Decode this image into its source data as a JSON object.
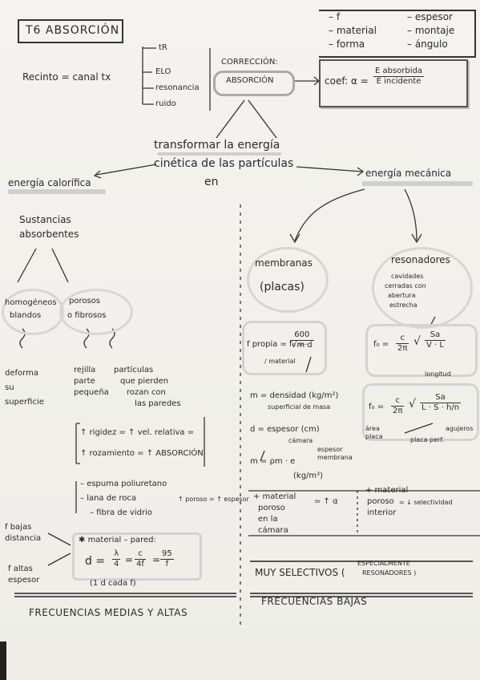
{
  "title": "T6 ABSORCIÓN",
  "top_right": {
    "left_items": [
      "f",
      "material",
      "forma"
    ],
    "right_items": [
      "espesor",
      "montaje",
      "ángulo"
    ],
    "coef_label": "coef: α =",
    "coef_num": "E absorbida",
    "coef_den": "E incidente"
  },
  "recinto": {
    "text": "Recinto = canal tx",
    "items": [
      "tR",
      "ELO",
      "resonancia",
      "ruido"
    ]
  },
  "correccion": {
    "line1": "CORRECCIÓN:",
    "line2": "ABSORCIÓN"
  },
  "center": {
    "line1": "transformar la energía",
    "line2": "cinética de las partículas",
    "line3": "en"
  },
  "energia_calorifica": "energía calorífica",
  "energia_mecanica": "energía mecánica",
  "left": {
    "sustancias": [
      "Sustancias",
      "absorbentes"
    ],
    "homogeneos": [
      "homogéneos",
      "blandos"
    ],
    "porosos": [
      "porosos",
      "o fibrosos"
    ],
    "deforma": [
      "deforma",
      "su",
      "superficie"
    ],
    "rejilla": [
      "rejilla",
      "parte",
      "pequeña"
    ],
    "particulas": [
      "partículas",
      "que pierden",
      "rozan con",
      "las paredes"
    ],
    "rigidez": "↑ rigidez = ↑ vel. relativa =",
    "rozamiento": "↑ rozamiento = ↑ ABSORCIÓN",
    "materials": [
      "espuma poliuretano",
      "lana de roca",
      "fibra de vidrio"
    ],
    "poroso_note": "↑ poroso = ↑ espesor",
    "f_bajas": [
      "f bajas",
      "distancia"
    ],
    "f_altas": [
      "f altas",
      "espesor"
    ],
    "material_pared": "material – pared:",
    "d_eq": "d =",
    "lambda_frac": [
      "λ",
      "4"
    ],
    "c_frac": [
      "c",
      "4f"
    ],
    "val_frac": [
      "95",
      "f"
    ],
    "una_cada": "(1 d cada f)",
    "footer": "FRECUENCIAS MEDIAS Y ALTAS"
  },
  "right": {
    "membranas": [
      "membranas",
      "(placas)"
    ],
    "resonadores": [
      "resonadores",
      "cavidades",
      "cerradas con",
      "abertura",
      "estrecha"
    ],
    "f_propia": "f propia = f₀ =",
    "f_propia_frac": [
      "600",
      "√m·d"
    ],
    "material_note": "/ material",
    "m_def": "m = densidad (kg/m²)",
    "m_sub": "superficial de masa",
    "d_def": "d = espesor (cm)",
    "d_sub": "cámara",
    "m_rho": "m = ρm · e",
    "m_rho_sub": "(kg/m³)",
    "espesor_note": [
      "espesor",
      "membrana"
    ],
    "res_f1": "f₀ =",
    "res_c1": [
      "c",
      "2π"
    ],
    "res_sqrt1": [
      "Sa",
      "V · L"
    ],
    "longitud": "longitud",
    "res_f2": "f₀ =",
    "res_c2": [
      "c",
      "2π"
    ],
    "res_sqrt2": [
      "Sa",
      "L · S · h/n"
    ],
    "area_placa": [
      "área",
      "placa"
    ],
    "area_plac2": "placa perf.",
    "agujeros": "agujeros",
    "mem_note": [
      "+ material",
      "poroso",
      "en la",
      "cámara",
      "= ↑ α"
    ],
    "res_note": [
      "+ material",
      "poroso",
      "interior",
      "= ↓ selectividad"
    ],
    "muy_selectivos": "MUY SELECTIVOS",
    "especialmente": "ESPECIALMENTE",
    "resonadores_caps": "RESONADORES",
    "footer": "FRECUENCIAS BAJAS"
  }
}
